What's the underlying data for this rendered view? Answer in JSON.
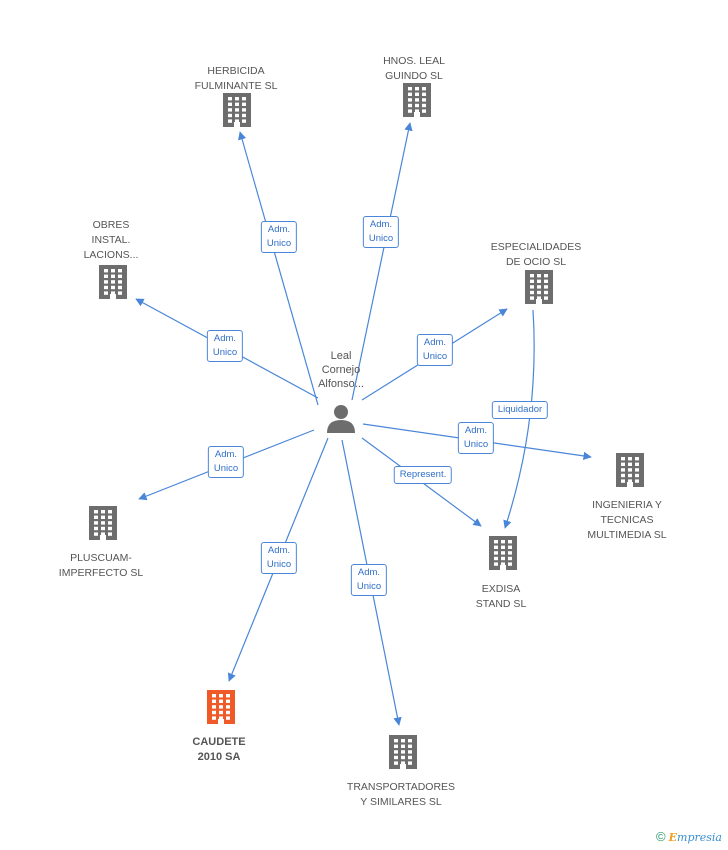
{
  "center": {
    "name": "Leal\nCornejo\nAlfonso...",
    "icon": "person-icon"
  },
  "colors": {
    "edge": "#4a86d8",
    "building": "#6d6d6d",
    "highlight": "#f05a28"
  },
  "companies": [
    {
      "id": "herbicida",
      "label": "HERBICIDA\nFULMINANTE  SL",
      "relation": "Adm.\nUnico",
      "icon": "building-icon"
    },
    {
      "id": "hnos",
      "label": "HNOS.  LEAL\nGUINDO SL",
      "relation": "Adm.\nUnico",
      "icon": "building-icon"
    },
    {
      "id": "obres",
      "label": "OBRES\nINSTAL.\nLACIONS...",
      "relation": "Adm.\nUnico",
      "icon": "building-icon"
    },
    {
      "id": "especialidades",
      "label": "ESPECIALIDADES\nDE OCIO SL",
      "relation": "Adm.\nUnico",
      "icon": "building-icon"
    },
    {
      "id": "ingenieria",
      "label": "INGENIERIA Y\nTECNICAS\nMULTIMEDIA SL",
      "relation": "Adm.\nUnico",
      "icon": "building-icon"
    },
    {
      "id": "exdisa",
      "label": "EXDISA\nSTAND  SL",
      "relation": "Represent.",
      "icon": "building-icon"
    },
    {
      "id": "pluscuam",
      "label": "PLUSCUAM-\nIMPERFECTO SL",
      "relation": "Adm.\nUnico",
      "icon": "building-icon"
    },
    {
      "id": "caudete",
      "label": "CAUDETE\n2010 SA",
      "relation": "Adm.\nUnico",
      "icon": "building-icon",
      "highlight": true
    },
    {
      "id": "transportadores",
      "label": "TRANSPORTADORES\nY SIMILARES  SL",
      "relation": "Adm.\nUnico",
      "icon": "building-icon"
    }
  ],
  "extra_edges": [
    {
      "from": "especialidades",
      "to": "exdisa",
      "relation": "Liquidador"
    }
  ],
  "footer": {
    "copyright": "©",
    "brand_initial": "E",
    "brand_rest": "mpresia"
  }
}
